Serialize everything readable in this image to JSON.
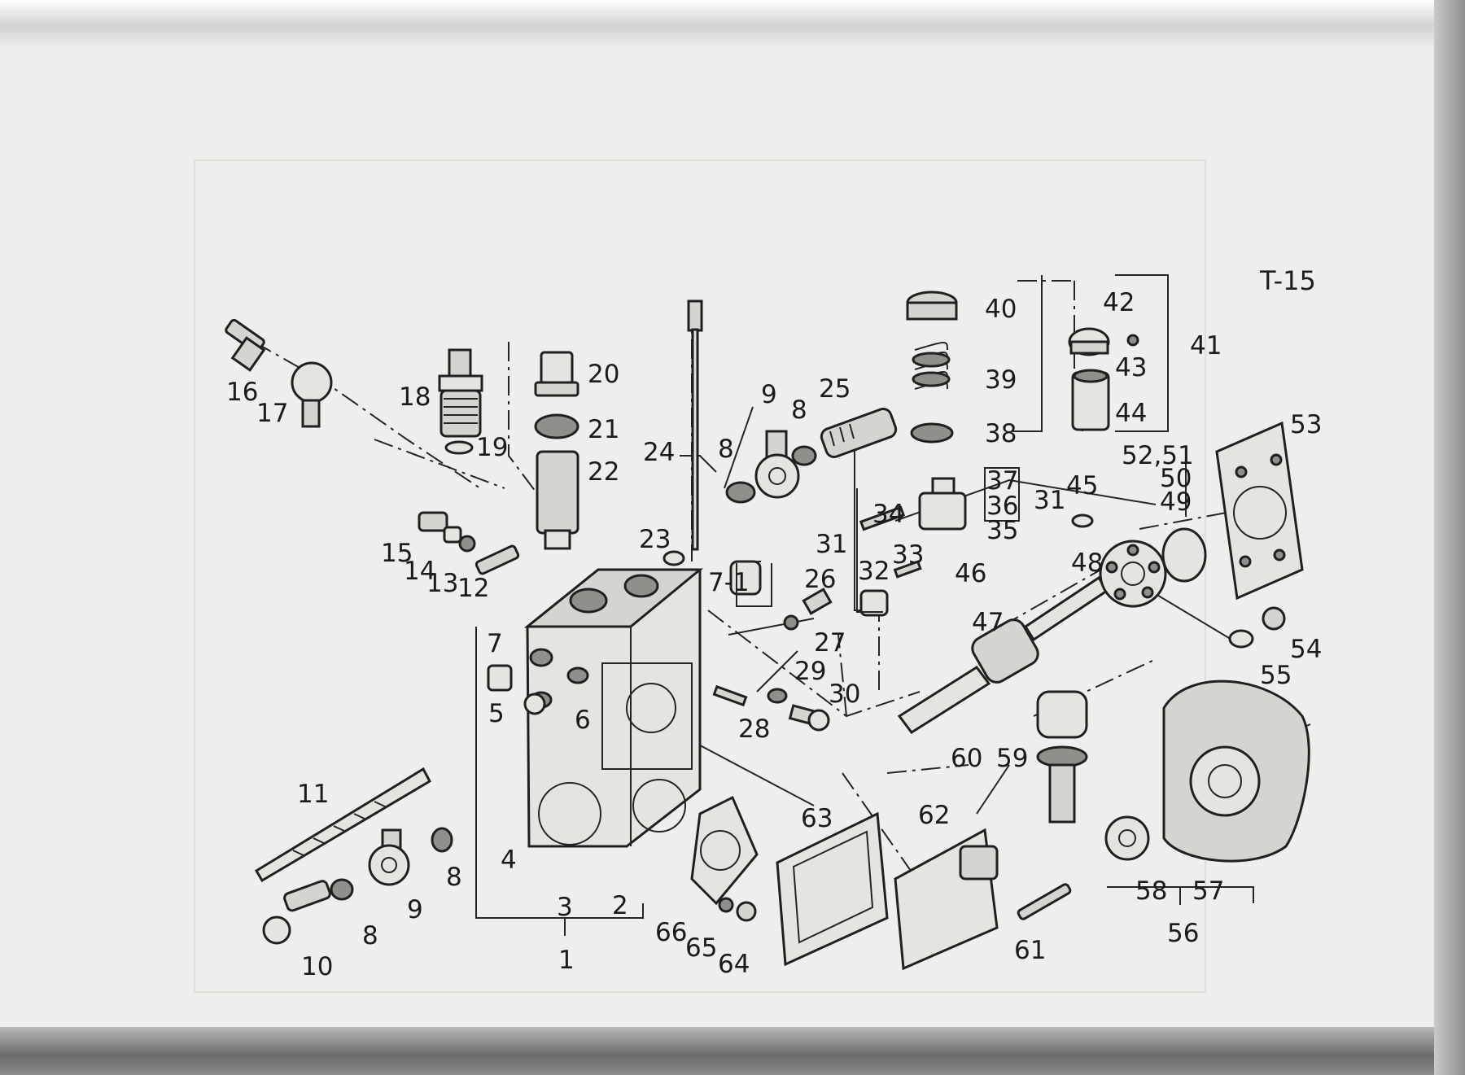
{
  "sheet_code": "T-15",
  "callouts": [
    "1",
    "2",
    "3",
    "4",
    "5",
    "6",
    "7",
    "7-1",
    "8",
    "8",
    "8",
    "8",
    "9",
    "9",
    "10",
    "11",
    "12",
    "13",
    "14",
    "15",
    "16",
    "17",
    "18",
    "19",
    "20",
    "21",
    "22",
    "23",
    "24",
    "25",
    "26",
    "27",
    "28",
    "29",
    "30",
    "31",
    "31",
    "32",
    "33",
    "34",
    "35",
    "36",
    "37",
    "38",
    "39",
    "40",
    "41",
    "42",
    "43",
    "44",
    "45",
    "46",
    "47",
    "48",
    "49",
    "50",
    "52,51",
    "53",
    "54",
    "55",
    "56",
    "57",
    "58",
    "59",
    "60",
    "61",
    "62",
    "63",
    "64",
    "65",
    "66"
  ]
}
